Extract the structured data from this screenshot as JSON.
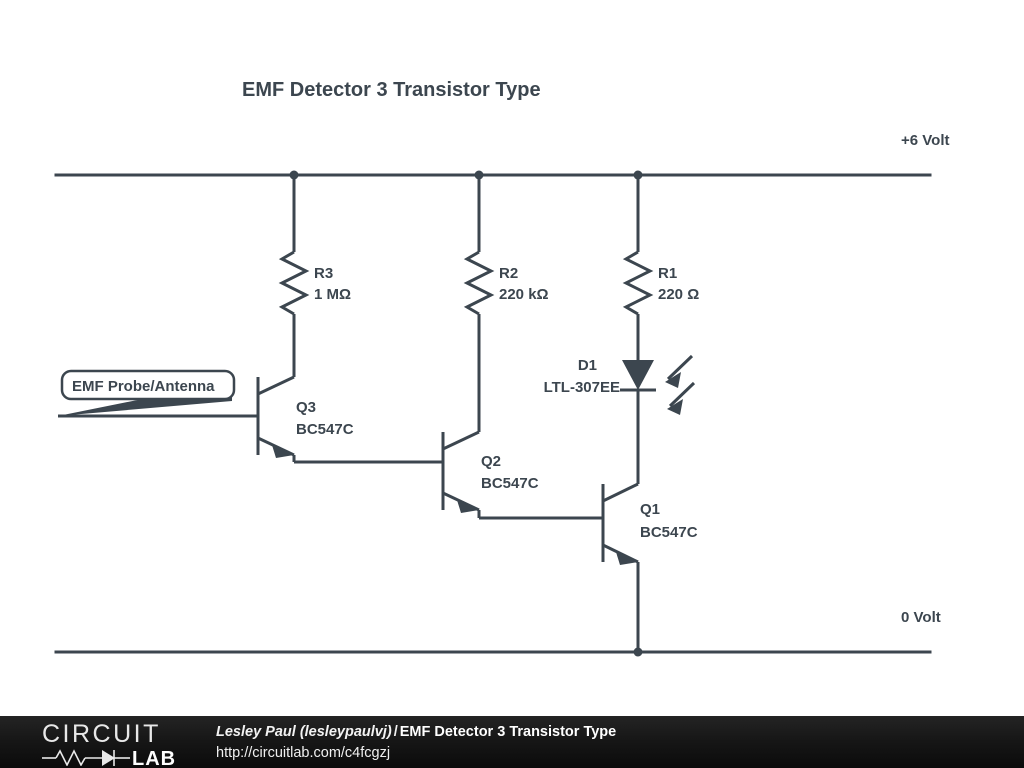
{
  "schematic": {
    "title": "EMF Detector 3 Transistor Type",
    "rails": {
      "top_label": "+6 Volt",
      "bottom_label": "0 Volt"
    },
    "probe": {
      "label": "EMF Probe/Antenna"
    },
    "components": [
      {
        "ref": "R3",
        "value": "1 MΩ",
        "type": "resistor"
      },
      {
        "ref": "R2",
        "value": "220 kΩ",
        "type": "resistor"
      },
      {
        "ref": "R1",
        "value": "220 Ω",
        "type": "resistor"
      },
      {
        "ref": "D1",
        "value": "LTL-307EE",
        "type": "led"
      },
      {
        "ref": "Q3",
        "value": "BC547C",
        "type": "npn-transistor"
      },
      {
        "ref": "Q2",
        "value": "BC547C",
        "type": "npn-transistor"
      },
      {
        "ref": "Q1",
        "value": "BC547C",
        "type": "npn-transistor"
      }
    ],
    "colors": {
      "ink": "#3c464f",
      "background": "#ffffff"
    }
  },
  "footer": {
    "logo_word_1": "CIRCUIT",
    "logo_word_2": "LAB",
    "author": "Lesley Paul (lesleypaulvj)",
    "separator": "/",
    "project": "EMF Detector 3 Transistor Type",
    "url": "http://circuitlab.com/c4fcgzj",
    "background": "#131313"
  }
}
